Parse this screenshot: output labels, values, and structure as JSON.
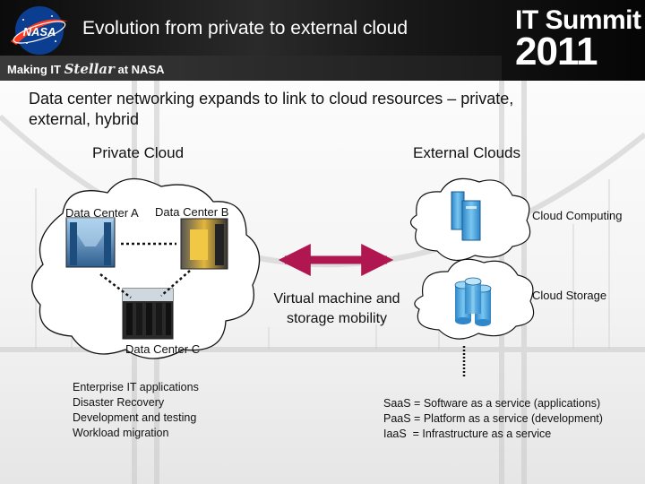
{
  "header": {
    "logo_text": "NASA",
    "title": "Evolution from private to external cloud",
    "tagline_before": "Making IT ",
    "tagline_stellar": "Stellar",
    "tagline_after": " at NASA",
    "summit_line1": "IT Summit",
    "summit_line2": "2011"
  },
  "slide": {
    "subtitle": "Data center networking expands to link to cloud resources – private, external, hybrid",
    "private_heading": "Private Cloud",
    "external_heading": "External Clouds"
  },
  "diagram": {
    "data_center_a": "Data Center A",
    "data_center_b": "Data Center B",
    "data_center_c": "Data Center C",
    "mobility": "Virtual machine and storage mobility",
    "cloud_computing": "Cloud Computing",
    "cloud_storage": "Cloud Storage"
  },
  "use_cases": [
    "Enterprise IT applications",
    "Disaster Recovery",
    "Development and testing",
    "Workload migration"
  ],
  "definitions": [
    "SaaS = Software as a service (applications)",
    "PaaS = Platform as a service (development)",
    "IaaS  = Infrastructure as a service"
  ],
  "colors": {
    "arrow": "#b0164f",
    "nasa_blue": "#0b3d91",
    "nasa_red": "#fc3d21",
    "server": "#5bb3e8"
  }
}
